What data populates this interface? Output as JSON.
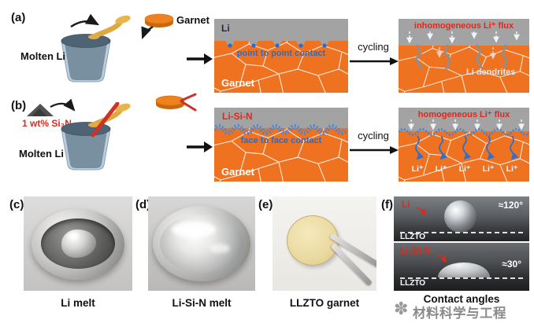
{
  "figure": {
    "panel_a": {
      "label": "(a)",
      "molten_li": "Molten Li",
      "garnet_disc": "Garnet",
      "li_layer": "Li",
      "contact": "point to point contact",
      "garnet": "Garnet",
      "cycling": "cycling",
      "flux": "inhomogeneous Li⁺ flux",
      "dendrites": "Li dendrites"
    },
    "panel_b": {
      "label": "(b)",
      "additive": "1 wt% Si₃N₄",
      "molten_li": "Molten Li",
      "interlayer": "Li-Si-N",
      "contact": "face to face contact",
      "garnet": "Garnet",
      "cycling": "cycling",
      "flux": "homogeneous Li⁺ flux",
      "ions": [
        "Li⁺",
        "Li⁺",
        "Li⁺",
        "Li⁺",
        "Li⁺"
      ]
    },
    "panel_c": {
      "label": "(c)",
      "caption": "Li melt"
    },
    "panel_d": {
      "label": "(d)",
      "caption": "Li-Si-N melt"
    },
    "panel_e": {
      "label": "(e)",
      "caption": "LLZTO garnet"
    },
    "panel_f": {
      "label": "(f)",
      "caption": "Contact angles",
      "top": {
        "material": "Li",
        "angle": "≈120°",
        "substrate": "LLZTO"
      },
      "bottom": {
        "material": "Li-Si-N",
        "angle": "≈30°",
        "substrate": "LLZTO"
      }
    },
    "watermark": {
      "icon": "✽",
      "text": "材料科学与工程"
    },
    "colors": {
      "garnet_orange": "#ee7220",
      "li_gray": "#a3a3a3",
      "contact_blue": "#2e6bc4",
      "accent_red": "#e0281c"
    }
  }
}
